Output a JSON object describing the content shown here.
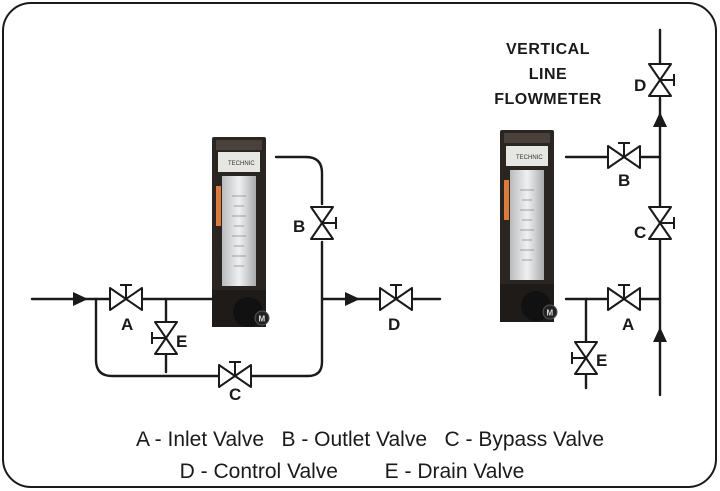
{
  "diagram_title": [
    "VERTICAL",
    "LINE",
    "FLOWMETER"
  ],
  "valve_letters": {
    "a": "A",
    "b": "B",
    "c": "C",
    "d": "D",
    "e": "E"
  },
  "flowmeter_brand": "TECHNIC",
  "knob_letter": "M",
  "legend": {
    "line1": "A - Inlet Valve   B - Outlet Valve   C - Bypass Valve",
    "line2": "D - Control Valve        E - Drain Valve"
  },
  "colors": {
    "line": "#1a1a1a",
    "meter_body": "#2a2521",
    "tube": "#d9dadb",
    "scale_tape": "#e07a3a"
  }
}
